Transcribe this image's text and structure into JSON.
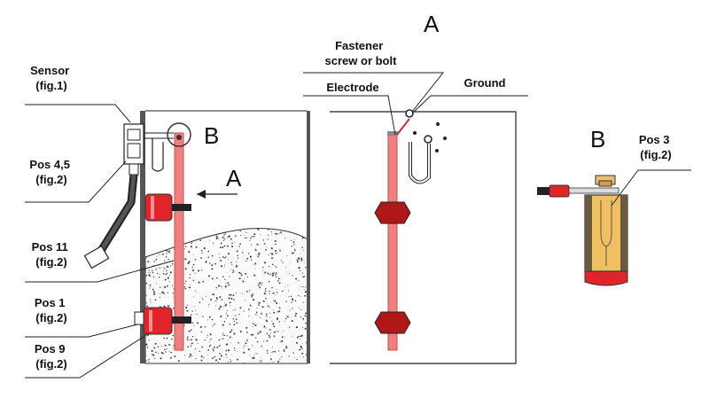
{
  "labels": {
    "sensor": [
      "Sensor",
      "(fig.1)"
    ],
    "pos45": [
      "Pos 4,5",
      "(fig.2)"
    ],
    "pos11": [
      "Pos 11",
      "(fig.2)"
    ],
    "pos1": [
      "Pos 1",
      "(fig.2)"
    ],
    "pos9": [
      "Pos 9",
      "(fig.2)"
    ],
    "fastener": [
      "Fastener",
      "screw or bolt"
    ],
    "electrode": "Electrode",
    "ground": "Ground",
    "pos3": [
      "Pos 3",
      "(fig.2)"
    ]
  },
  "markers": {
    "a_arrow": "A",
    "b_left": "B",
    "a_title": "A",
    "b_right": "B"
  },
  "colors": {
    "rod": "#f08080",
    "rod_edge": "#c05050",
    "clamp": "#e0242a",
    "gland": "#b01818",
    "brass": "#f0c060",
    "granular_bg": "#ffffff",
    "dots": "#444444"
  }
}
